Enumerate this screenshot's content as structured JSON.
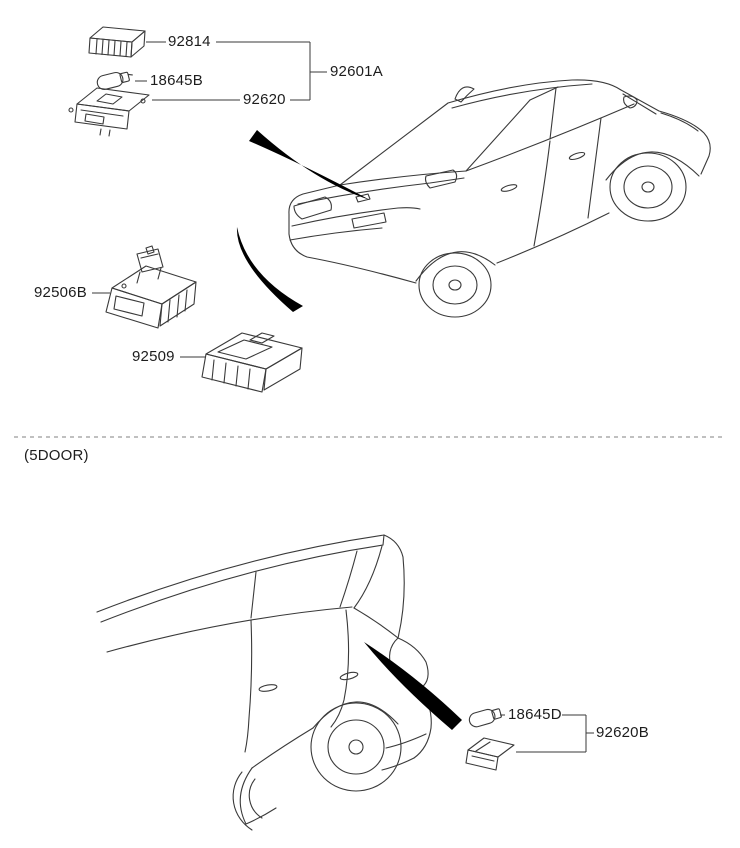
{
  "colors": {
    "line": "#3a3a3a",
    "label_text": "#1d1d1d",
    "swoosh": "#000000",
    "divider": "#9a9a9a"
  },
  "top_section": {
    "part_labels": {
      "cover": "92814",
      "bulb": "18645B",
      "license_lamp": "92620",
      "lamp_assembly": "92601A",
      "license_lamp_housing": "92506B",
      "license_lamp_lens": "92509"
    }
  },
  "bottom_section": {
    "variant_note": "(5DOOR)",
    "part_labels": {
      "bulb": "18645D",
      "license_lamp": "92620B"
    }
  }
}
